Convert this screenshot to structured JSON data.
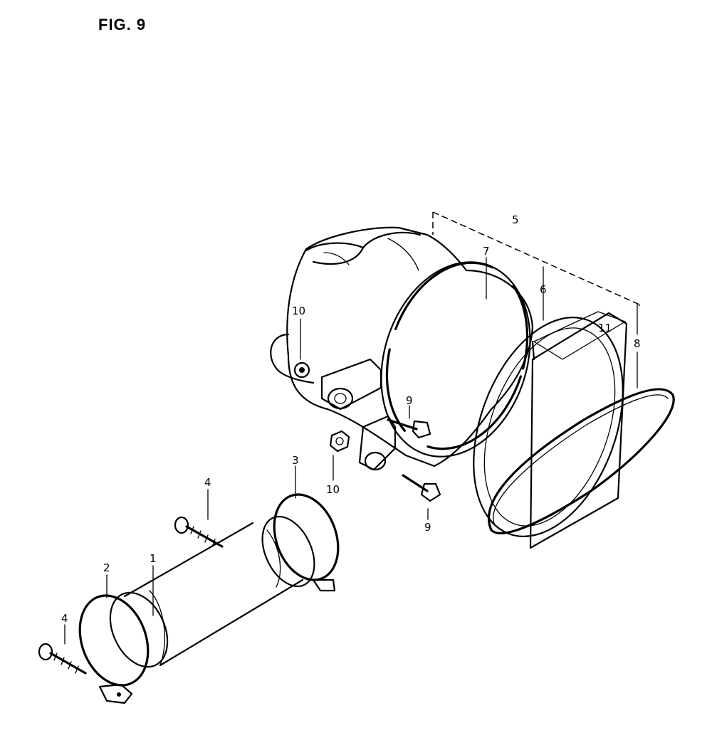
{
  "figure": {
    "title": "FIG. 9"
  },
  "callouts": [
    {
      "id": "label-1",
      "text": "1"
    },
    {
      "id": "label-2",
      "text": "2"
    },
    {
      "id": "label-3",
      "text": "3"
    },
    {
      "id": "label-4a",
      "text": "4"
    },
    {
      "id": "label-4b",
      "text": "4"
    },
    {
      "id": "label-5",
      "text": "5"
    },
    {
      "id": "label-6",
      "text": "6"
    },
    {
      "id": "label-7",
      "text": "7"
    },
    {
      "id": "label-8",
      "text": "8"
    },
    {
      "id": "label-9a",
      "text": "9"
    },
    {
      "id": "label-9b",
      "text": "9"
    },
    {
      "id": "label-10a",
      "text": "10"
    },
    {
      "id": "label-10b",
      "text": "10"
    },
    {
      "id": "label-11",
      "text": "11"
    }
  ]
}
